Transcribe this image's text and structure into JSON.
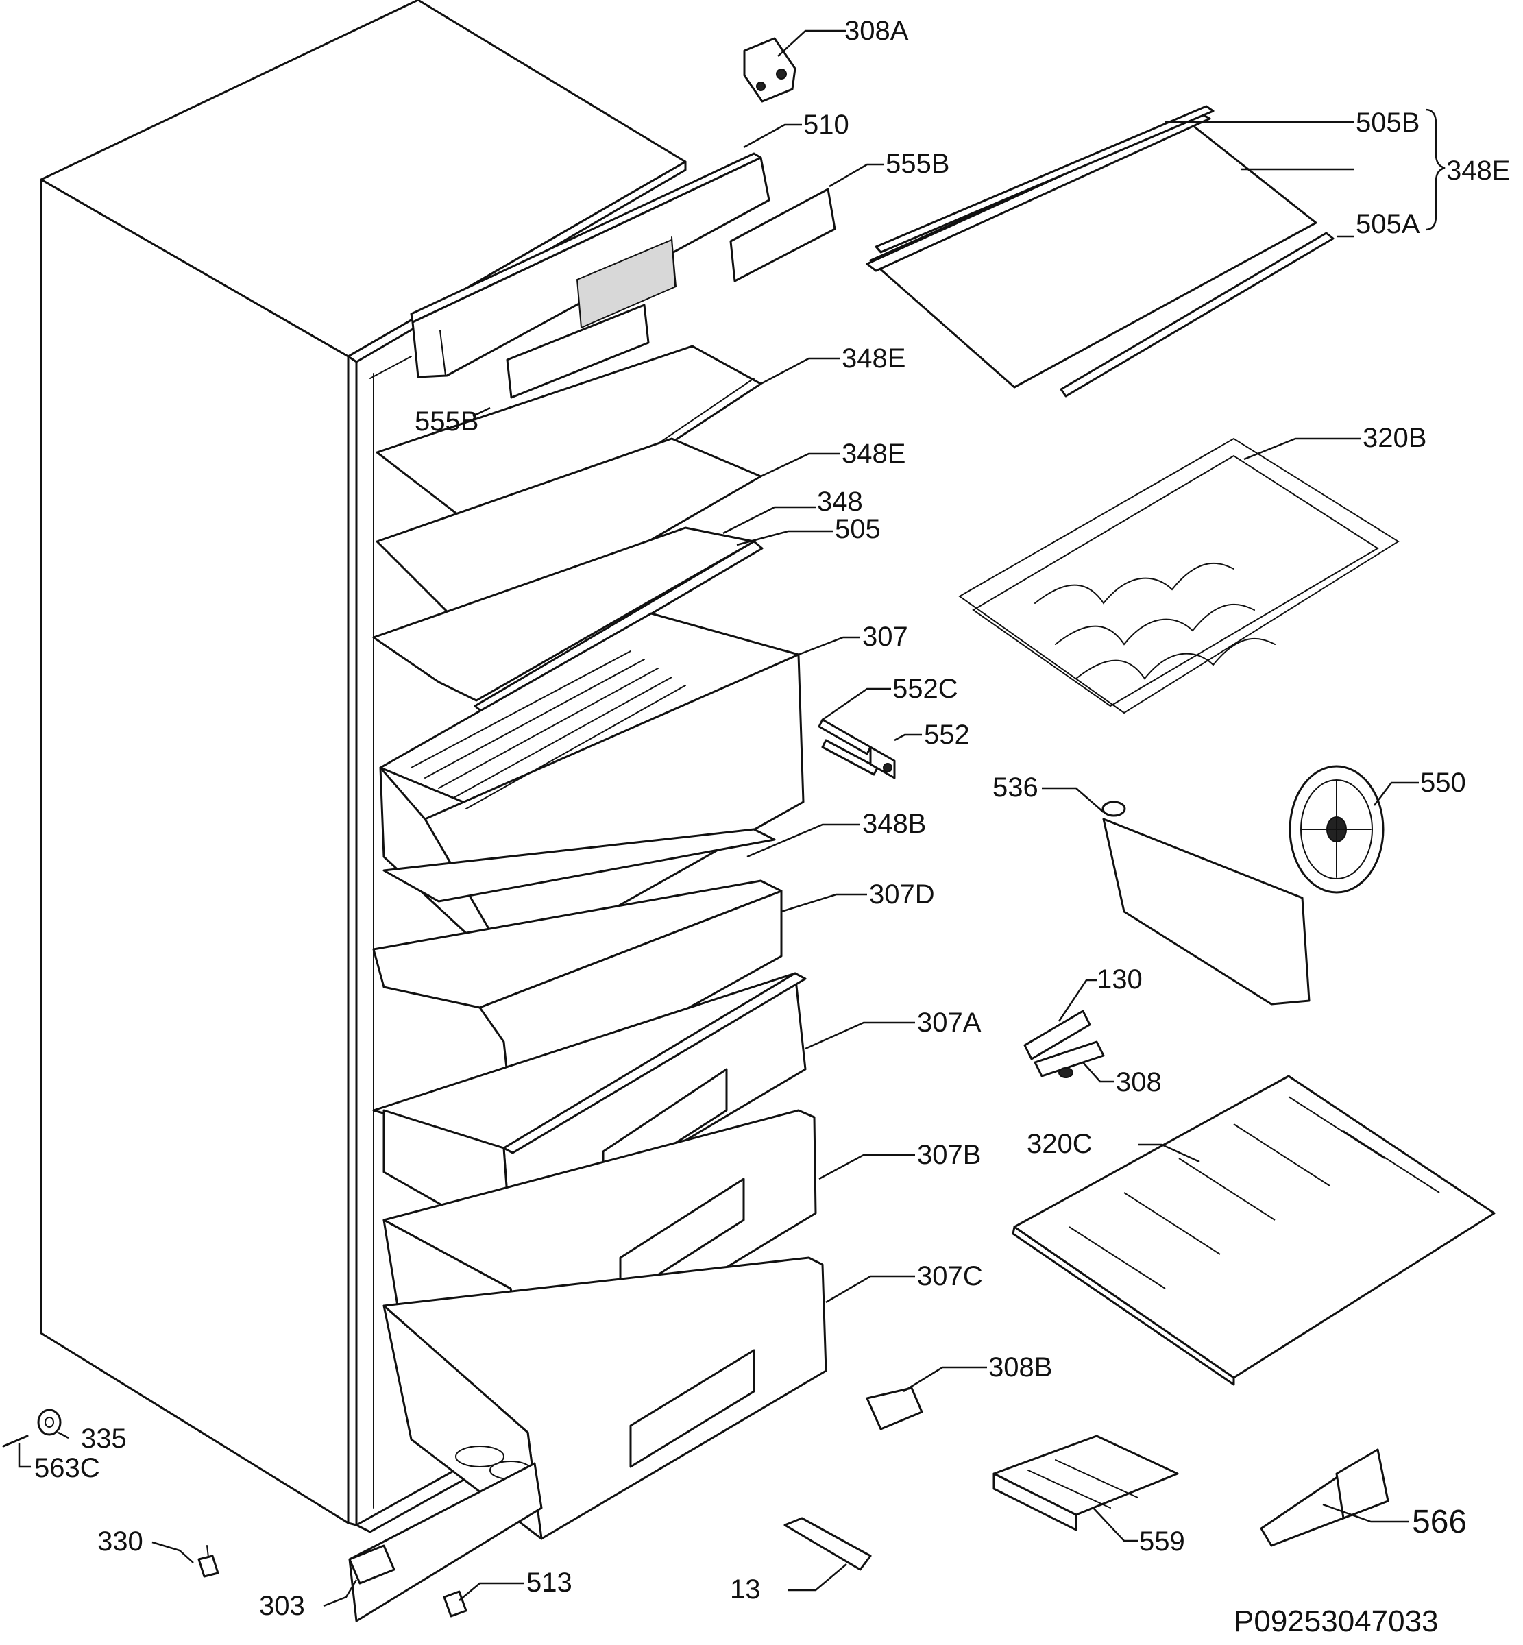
{
  "diagram": {
    "document_code": "P09253047033",
    "callouts": {
      "c308A": "308A",
      "c510": "510",
      "c555B_top": "555B",
      "c555B_left": "555B",
      "c505B": "505B",
      "c348E_group": "348E",
      "c505A": "505A",
      "c348E_1": "348E",
      "c348E_2": "348E",
      "c348": "348",
      "c505": "505",
      "c320B": "320B",
      "c307": "307",
      "c552C": "552C",
      "c552": "552",
      "c536": "536",
      "c550": "550",
      "c348B": "348B",
      "c307D": "307D",
      "c130": "130",
      "c308": "308",
      "c307A": "307A",
      "c307B": "307B",
      "c320C": "320C",
      "c307C": "307C",
      "c308B": "308B",
      "c335": "335",
      "c563C": "563C",
      "c330": "330",
      "c303": "303",
      "c513": "513",
      "c13": "13",
      "c559": "559",
      "c566": "566"
    }
  }
}
